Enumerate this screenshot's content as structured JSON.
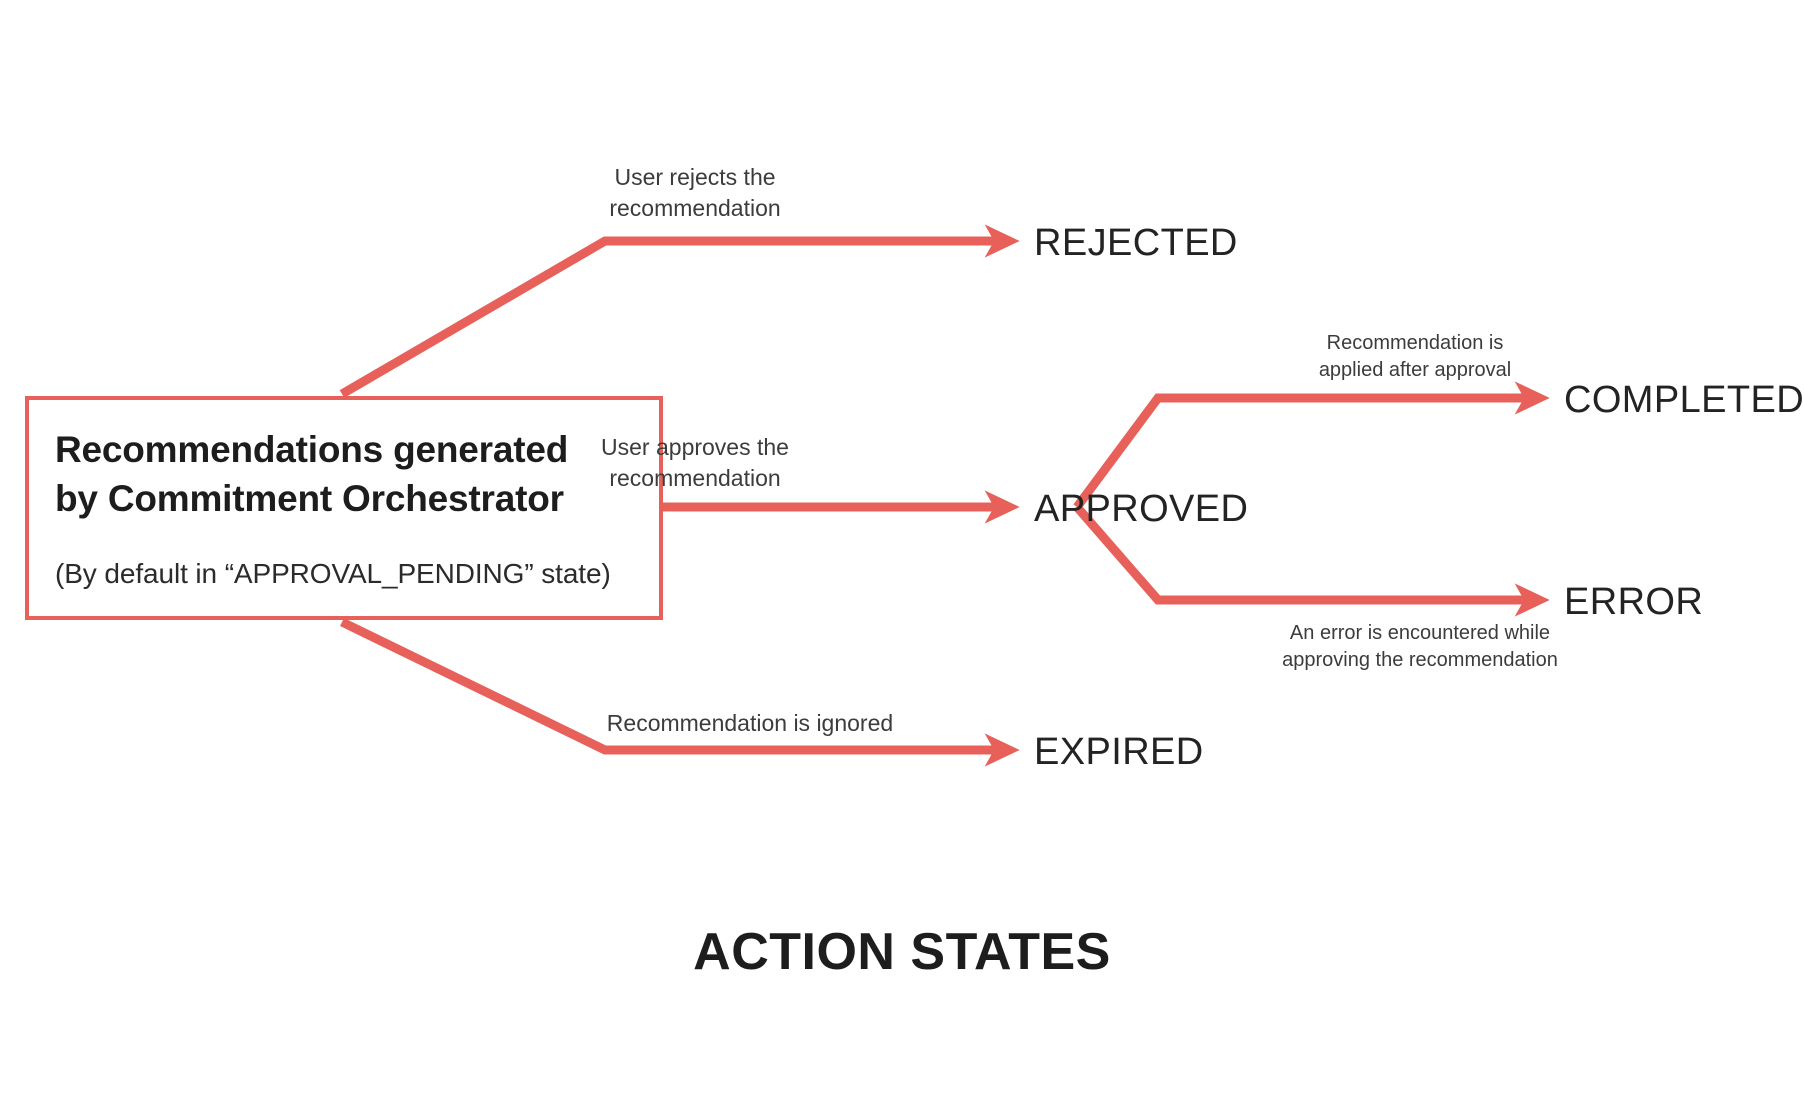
{
  "diagram": {
    "title": "ACTION STATES",
    "accent_color": "#e8605a",
    "text_color": "#232323",
    "background_color": "#ffffff"
  },
  "source_node": {
    "title_line_1": "Recommendations generated",
    "title_line_2": "by Commitment Orchestrator",
    "subtitle": "(By default in “APPROVAL_PENDING” state)"
  },
  "states": {
    "rejected": "REJECTED",
    "approved": "APPROVED",
    "expired": "EXPIRED",
    "completed": "COMPLETED",
    "error": "ERROR"
  },
  "edges": {
    "to_rejected": "User rejects the\nrecommendation",
    "to_approved": "User approves the\nrecommendation",
    "to_expired": "Recommendation is ignored",
    "to_completed": "Recommendation is\napplied after approval",
    "to_error": "An error is encountered while\napproving the recommendation"
  }
}
